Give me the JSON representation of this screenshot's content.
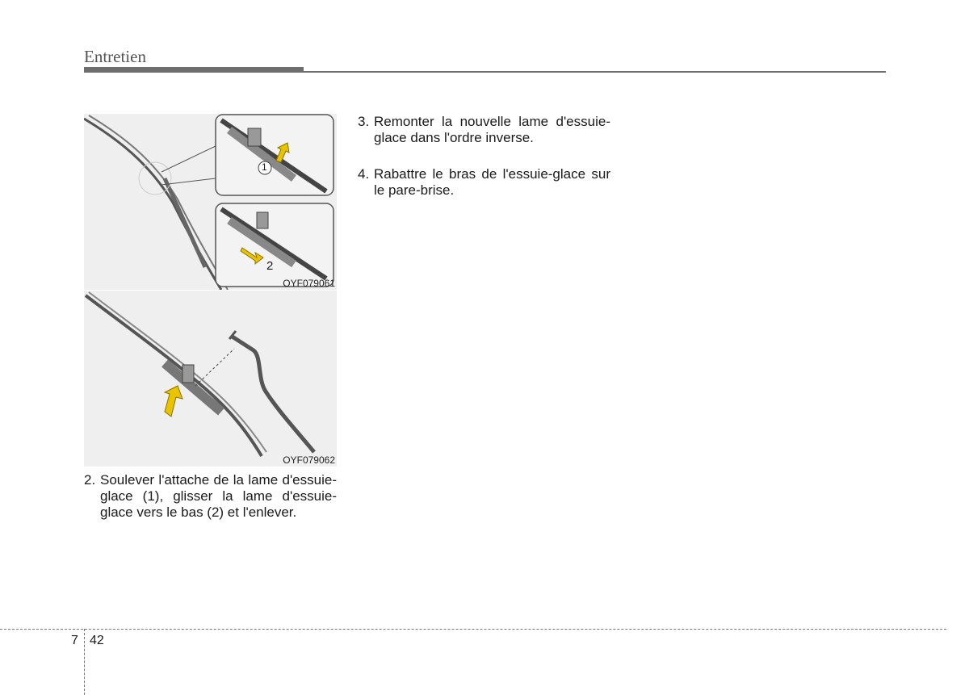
{
  "header": {
    "section_title": "Entretien"
  },
  "figures": [
    {
      "code": "OYF079061",
      "callout_1": "1",
      "callout_2": "2"
    },
    {
      "code": "OYF079062"
    }
  ],
  "steps": [
    {
      "number": "2.",
      "text": "Soulever l'attache de la lame d'essuie-glace (1), glisser la lame d'essuie-glace vers le bas (2) et l'enlever."
    },
    {
      "number": "3.",
      "text": "Remonter la nouvelle lame d'essuie-glace dans l'ordre inverse."
    },
    {
      "number": "4.",
      "text": "Rabattre le bras de l'essuie-glace sur le pare-brise."
    }
  ],
  "footer": {
    "chapter": "7",
    "page": "42"
  },
  "colors": {
    "arrow": "#e9c300",
    "rule": "#6e6e6e",
    "figure_bg": "#efefef"
  }
}
